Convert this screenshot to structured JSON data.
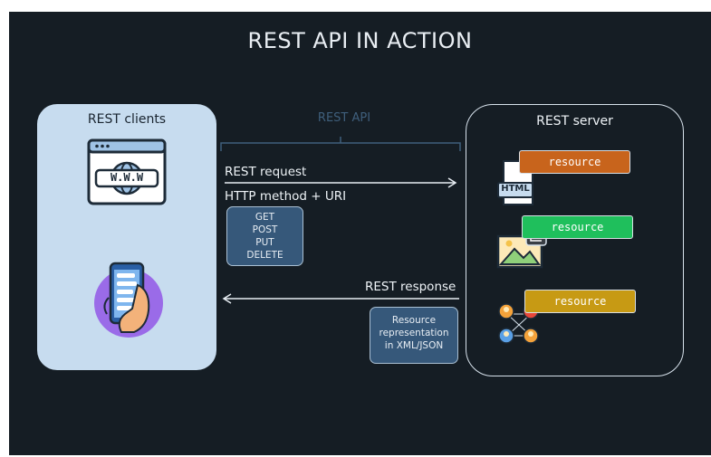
{
  "title": "REST API IN ACTION",
  "client": {
    "title": "REST clients",
    "www_text": "W.W.W"
  },
  "api_label": "REST API",
  "request": {
    "label": "REST request",
    "method_label": "HTTP method + URI",
    "methods": [
      "GET",
      "POST",
      "PUT",
      "DELETE"
    ]
  },
  "response": {
    "label": "REST response",
    "representation": [
      "Resource",
      "representation",
      "in XML/JSON"
    ]
  },
  "server": {
    "title": "REST server",
    "html_text": "HTML",
    "resources": [
      {
        "label": "resource",
        "color": "#c8641c"
      },
      {
        "label": "resource",
        "color": "#1fbf5c"
      },
      {
        "label": "resource",
        "color": "#c79a14"
      }
    ]
  },
  "colors": {
    "background": "#151d24",
    "client_panel": "#c7dcef",
    "info_box": "#36587a",
    "api_bracket": "#3f5f7c"
  }
}
